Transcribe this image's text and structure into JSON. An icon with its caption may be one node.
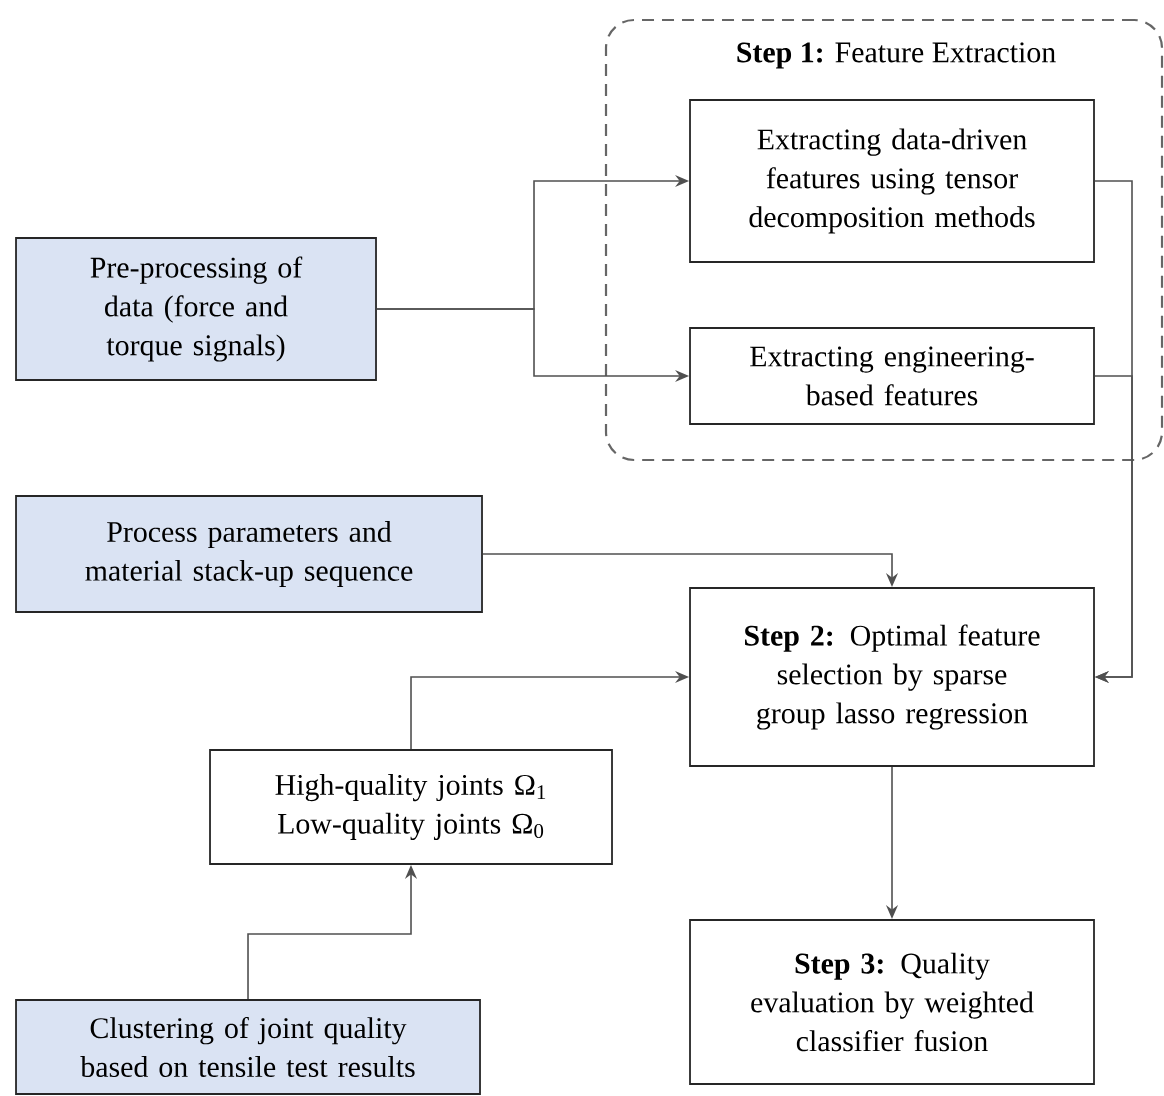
{
  "diagram": {
    "nodes": [
      {
        "text": [
          "**Step 1:** Feature Extraction"
        ]
      },
      {
        "text": [
          "Extracting data-driven features using tensor decomposition methods"
        ],
        "in": 0
      },
      {
        "text": [
          "Extracting engineering-based features"
        ],
        "in": 0
      },
      {
        "text": [
          "Pre-processing of data (force and torque signals)"
        ]
      },
      {
        "text": [
          "Process parameters and material stack-up sequence"
        ]
      },
      {
        "text": [
          "**Step 2:** Optimal feature selection by sparse group lasso regression"
        ]
      },
      {
        "text": [
          "High-quality joints Ω$_{1}$",
          "Low-quality joints Ω$_{0}$"
        ]
      },
      {
        "text": [
          "Clustering of joint quality based on tensile test results"
        ]
      },
      {
        "text": [
          "**Step 3:** Quality evaluation by weighted classifier fusion"
        ]
      }
    ],
    "edges": [
      {
        "from": 3,
        "to": 1,
        "arrow": "to"
      },
      {
        "from": 3,
        "to": 2,
        "arrow": "to"
      },
      {
        "from": 1,
        "to": 5,
        "arrow": "to"
      },
      {
        "from": 2,
        "to": 5,
        "arrow": "to"
      },
      {
        "from": 4,
        "to": 5,
        "arrow": "to"
      },
      {
        "from": 6,
        "to": 5,
        "arrow": "to"
      },
      {
        "from": 7,
        "to": 6,
        "arrow": "to"
      },
      {
        "from": 5,
        "to": 8,
        "arrow": "to"
      }
    ]
  }
}
